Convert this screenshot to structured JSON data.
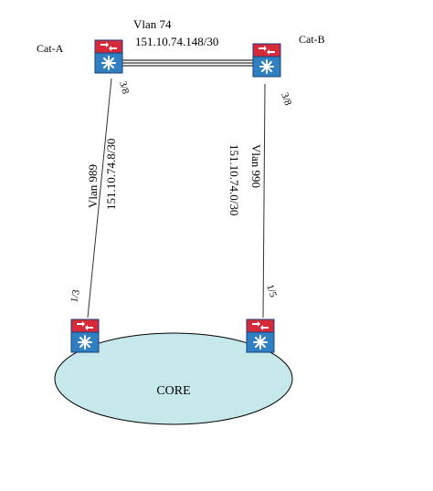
{
  "colors": {
    "background": "#ffffff",
    "switch_top": "#d62a3a",
    "switch_bottom": "#2f7fc1",
    "switch_outline": "#1b3f7a",
    "core_fill": "#c7e8ea",
    "line": "#333333"
  },
  "labels": {
    "vlan74_name": "Vlan 74",
    "vlan74_subnet": "151.10.74.148/30",
    "cat_a": "Cat-A",
    "cat_b": "Cat-B",
    "port_cat_a": "3/8",
    "port_cat_b": "3/8",
    "vlan989_name": "Vlan 989",
    "vlan989_subnet": "151.10.74.8/30",
    "vlan990_name": "Vlan 990",
    "vlan990_subnet": "151.10.74.0/30",
    "port_core_left": "1/3",
    "port_core_right": "1/5",
    "core": "CORE"
  },
  "icons": {
    "switch": "multilayer-switch-icon"
  }
}
